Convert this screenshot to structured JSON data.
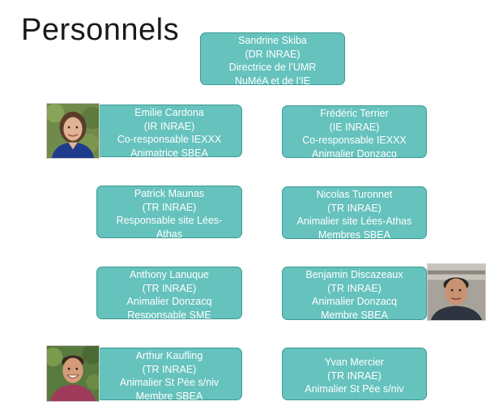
{
  "title": "Personnels",
  "people": [
    {
      "lines": [
        "Sandrine Skiba",
        "(DR INRAE)",
        "Directrice de l’UMR",
        "NuMéA et de l’IE"
      ]
    },
    {
      "lines": [
        "Emilie Cardona",
        "(IR INRAE)",
        "Co-responsable  IEXXX",
        "Animatrice SBEA"
      ]
    },
    {
      "lines": [
        "Frédéric Terrier",
        "(IE INRAE)",
        "Co-responsable  IEXXX",
        "Animalier Donzacq"
      ]
    },
    {
      "lines": [
        "Patrick Maunas",
        "(TR INRAE)",
        "Responsable site Lées-",
        "Athas"
      ]
    },
    {
      "lines": [
        "Nicolas Turonnet",
        "(TR INRAE)",
        "Animalier site Lées-Athas",
        "Membres SBEA"
      ]
    },
    {
      "lines": [
        "Anthony Lanuque",
        "(TR INRAE)",
        "Animalier Donzacq",
        "Responsable SME"
      ]
    },
    {
      "lines": [
        "Benjamin Discazeaux",
        "(TR INRAE)",
        "Animalier Donzacq",
        "Membre SBEA"
      ]
    },
    {
      "lines": [
        "Arthur Kaufling",
        "(TR INRAE)",
        "Animalier St Pée s/niv",
        "Membre SBEA"
      ]
    },
    {
      "lines": [
        "Yvan Mercier",
        "(TR INRAE)",
        "Animalier St Pée s/niv"
      ]
    }
  ],
  "colors": {
    "box_fill": "#66c2bd",
    "box_border": "#3d9a95",
    "box_text": "#ffffff"
  }
}
